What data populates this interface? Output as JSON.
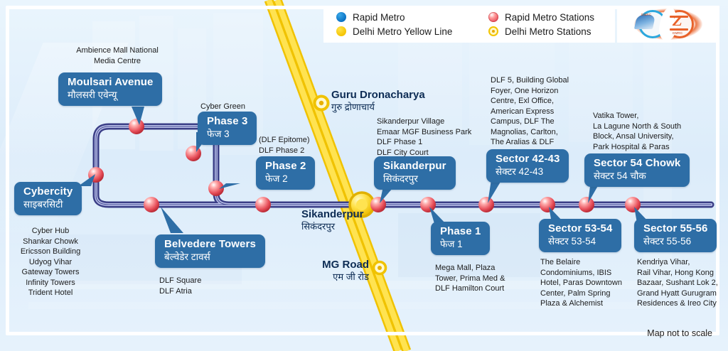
{
  "legend": {
    "items": [
      {
        "icon": "rapid-metro-line-swatch",
        "label": "Rapid Metro"
      },
      {
        "icon": "delhi-metro-yellow-line-swatch",
        "label": "Delhi Metro Yellow Line"
      },
      {
        "icon": "rapid-metro-station-swatch",
        "label": "Rapid Metro Stations"
      },
      {
        "icon": "delhi-metro-station-swatch",
        "label": "Delhi Metro Stations"
      }
    ]
  },
  "logo": {
    "left_text": "DMRC",
    "right_text": "Z",
    "caption": "DMRC"
  },
  "footer": {
    "note": "Map not to scale"
  },
  "colors": {
    "rapid_metro": "#0a72c4",
    "yellow_line": "#f5c400",
    "rapid_station": "#e8505b",
    "callout": "#2e6ea6",
    "background": "#dfeefb"
  },
  "rapid_metro_stations": [
    {
      "id": "moulsari-avenue",
      "name_en": "Moulsari Avenue",
      "name_hi": "मौलसरी एवेन्यू",
      "landmarks": "Ambience Mall\nNational Media Centre"
    },
    {
      "id": "phase-3",
      "name_en": "Phase 3",
      "name_hi": "फेज 3",
      "landmarks": "Cyber Green"
    },
    {
      "id": "phase-2",
      "name_en": "Phase 2",
      "name_hi": "फेज 2",
      "landmarks": "(DLF Epitome)\nDLF Phase 2"
    },
    {
      "id": "cybercity",
      "name_en": "Cybercity",
      "name_hi": "साइबरसिटी",
      "landmarks": "Cyber Hub\nShankar Chowk\nEricsson Building\nUdyog Vihar\nGateway Towers\nInfinity Towers\nTrident Hotel"
    },
    {
      "id": "belvedere-towers",
      "name_en": "Belvedere Towers",
      "name_hi": "बेल्वेडेर टावर्स",
      "landmarks": "DLF Square\nDLF Atria"
    },
    {
      "id": "sikanderpur",
      "name_en": "Sikanderpur",
      "name_hi": "सिकंदरपुर",
      "landmarks": "Sikanderpur Village\nEmaar MGF Business Park\nDLF Phase 1\nDLF City Court"
    },
    {
      "id": "phase-1",
      "name_en": "Phase 1",
      "name_hi": "फेज 1",
      "landmarks": "Mega Mall, Plaza\nTower, Prima Med &\nDLF Hamilton Court"
    },
    {
      "id": "sector-42-43",
      "name_en": "Sector 42-43",
      "name_hi": "सेक्टर 42-43",
      "landmarks": "DLF 5, Building Global\nFoyer, One Horizon\nCentre, Exl Office,\nAmerican Express\nCampus, DLF The\nMagnolias, Carlton,\nThe Aralias & DLF\nGolf View"
    },
    {
      "id": "sector-53-54",
      "name_en": "Sector 53-54",
      "name_hi": "सेक्टर 53-54",
      "landmarks": "The Belaire\nCondominiums, IBIS\nHotel, Paras Downtown\nCenter, Palm Spring\nPlaza & Alchemist"
    },
    {
      "id": "sector-54-chowk",
      "name_en": "Sector 54 Chowk",
      "name_hi": "सेक्टर 54 चौक",
      "landmarks": "Vatika Tower,\nLa Lagune North & South\nBlock, Ansal University,\nPark Hospital & Paras\nTwin Towers"
    },
    {
      "id": "sector-55-56",
      "name_en": "Sector 55-56",
      "name_hi": "सेक्टर 55-56",
      "landmarks": "Kendriya Vihar,\nRail Vihar, Hong Kong\nBazaar, Sushant Lok 2,\nGrand Hyatt Gurugram\nResidences & Ireo City"
    }
  ],
  "yellow_line_stations": [
    {
      "id": "guru-dronacharya",
      "name_en": "Guru Dronacharya",
      "name_hi": "गुरु द्रोणाचार्य"
    },
    {
      "id": "sikanderpur-yellow",
      "name_en": "Sikanderpur",
      "name_hi": "सिकंदरपुर"
    },
    {
      "id": "mg-road",
      "name_en": "MG Road",
      "name_hi": "एम जी रोड"
    }
  ]
}
